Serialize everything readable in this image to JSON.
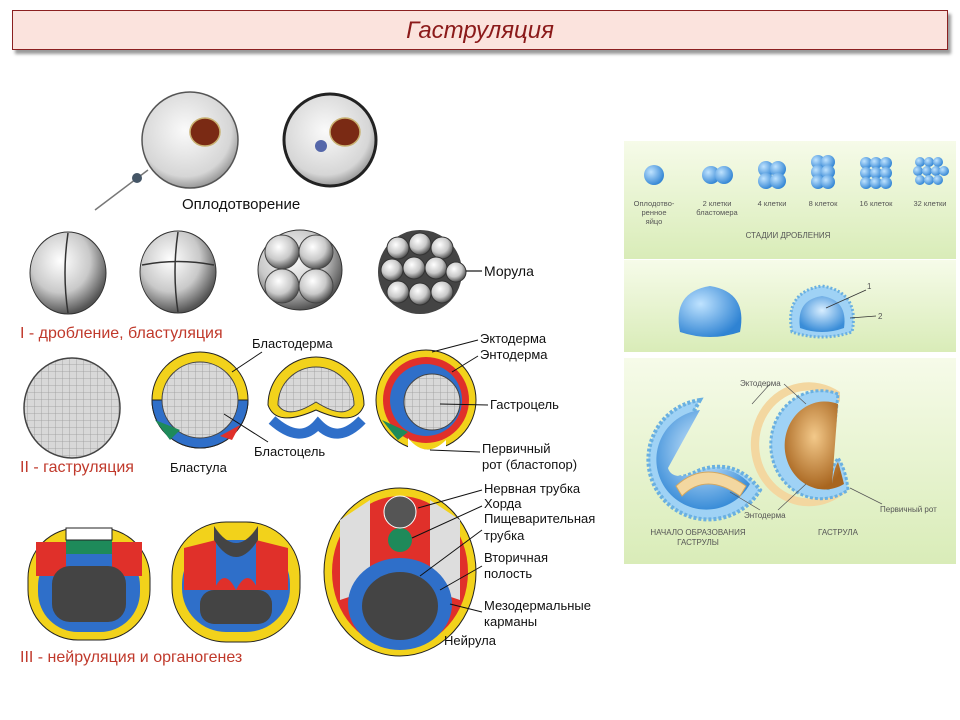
{
  "title": "Гаструляция",
  "left_panel": {
    "fertilization": "Оплодотворение",
    "morula": "Морула",
    "stage_1": "I - дробление, бластуляция",
    "blastoderm": "Бластодерма",
    "ectoderm": "Эктодерма",
    "endoderm": "Энтодерма",
    "gastrocoel": "Гастроцель",
    "blastocoel": "Бластоцель",
    "blastula": "Бластула",
    "primary_mouth_1": "Первичный",
    "primary_mouth_2": "рот (бластопор)",
    "stage_2": "II - гаструляция",
    "neural_tube": "Нервная трубка",
    "chord": "Хорда",
    "digestive_tube_1": "Пищеварительная",
    "digestive_tube_2": "трубка",
    "secondary_cavity_1": "Вторичная",
    "secondary_cavity_2": "полость",
    "mesoderm_pockets_1": "Мезодермальные",
    "mesoderm_pockets_2": "карманы",
    "neirula": "Нейрула",
    "stage_3": "III - нейруляция и органогенез"
  },
  "right_panel": {
    "cleavage": {
      "cells": [
        [
          "Оплодотво-",
          "ренное",
          "яйцо"
        ],
        [
          "2 клетки",
          "бластомера"
        ],
        [
          "4 клетки"
        ],
        [
          "8 клеток"
        ],
        [
          "16 клеток"
        ],
        [
          "32 клетки"
        ]
      ],
      "caption": "СТАДИИ ДРОБЛЕНИЯ"
    },
    "blastula_marks": {
      "one": "1",
      "two": "2"
    },
    "gastrula": {
      "ectoderm": "Эктодерма",
      "endoderm": "Энтодерма",
      "primary_mouth": "Первичный рот",
      "start_1": "НАЧАЛО ОБРАЗОВАНИЯ",
      "start_2": "ГАСТРУЛЫ",
      "gastrula": "ГАСТРУЛА"
    }
  },
  "colors": {
    "title_bg": "#fbe3dd",
    "title_text": "#8b1a1a",
    "ectoderm_yellow": "#f2d21b",
    "mesoderm_red": "#e0302a",
    "endoderm_blue": "#2f6fc9",
    "chord_green": "#1e8a5a",
    "cell_blue": "#5fa8e6"
  }
}
